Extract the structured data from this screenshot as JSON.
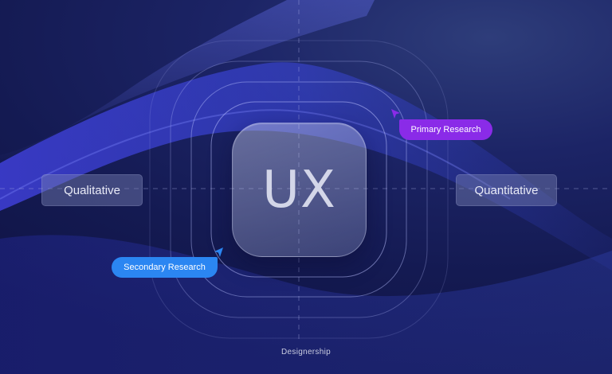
{
  "center_label": "UX",
  "left_label": "Qualitative",
  "right_label": "Quantitative",
  "primary_tag": "Primary Research",
  "secondary_tag": "Secondary Research",
  "brand": "Designership",
  "colors": {
    "primary_tag": "#8a2be8",
    "secondary_tag": "#2b86f2",
    "background": "#161c55"
  },
  "icons": {
    "primary_cursor": "pointer-arrow-icon",
    "secondary_cursor": "pointer-arrow-icon"
  }
}
